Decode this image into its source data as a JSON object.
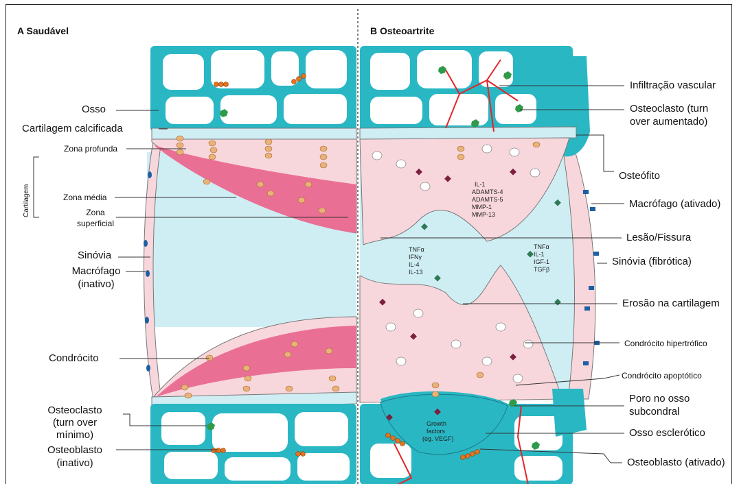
{
  "colors": {
    "bone": "#2ab7c4",
    "cartilage": "#f8d7dc",
    "deep_pink": "#ea6f94",
    "fluid": "#cfeef4",
    "vessel": "#e3252a",
    "osteoblast": "#e2741f",
    "chondrocyte": "#e9b27a",
    "osteoclast": "#2f9a4a",
    "macrophage": "#1d5fa3",
    "factor": "#7a2040"
  },
  "panel_a": {
    "title": "A  Saudável",
    "labels": {
      "osso": "Osso",
      "cartilagem_calcificada": "Cartilagem calcificada",
      "zona_profunda": "Zona profunda",
      "zona_media": "Zona média",
      "zona_superficial_1": "Zona",
      "zona_superficial_2": "superficial",
      "cartilagem": "Cartilagem",
      "sinovia": "Sinóvia",
      "macrofago_1": "Macrófago",
      "macrofago_2": "(inativo)",
      "condrocito": "Condrócito",
      "osteoclasto_1": "Osteoclasto",
      "osteoclasto_2": "(turn over",
      "osteoclasto_3": "mínimo)",
      "osteoblasto_1": "Osteoblasto",
      "osteoblasto_2": "(inativo)"
    }
  },
  "panel_b": {
    "title": "B  Osteoartrite",
    "labels": {
      "infiltracao": "Infiltração vascular",
      "osteoclasto_1": "Osteoclasto (turn",
      "osteoclasto_2": "over aumentado)",
      "osteofito": "Osteófito",
      "macrofago": "Macrófago (ativado)",
      "lesao": "Lesão/Fissura",
      "sinovia": "Sinóvia (fibrótica)",
      "erosao": "Erosão na cartilagem",
      "condrocito_hiper": "Condrócito hipertrófico",
      "condrocito_apop": "Condrócito apoptótico",
      "poro_1": "Poro no osso",
      "poro_2": "subcondral",
      "esclerotico": "Osso esclerótico",
      "osteoblasto": "Osteoblasto (ativado)"
    },
    "cytokines": {
      "group1": [
        "IL-1",
        "ADAMTS-4",
        "ADAMTS-5",
        "MMP-1",
        "MMP-13"
      ],
      "group2": [
        "TNFα",
        "IFNγ",
        "IL-4",
        "IL-13"
      ],
      "group3": [
        "TNFα",
        "IL-1",
        "IGF-1",
        "TGFβ"
      ],
      "growth": [
        "Growth",
        "factors",
        "(eg. VEGF)"
      ]
    }
  }
}
